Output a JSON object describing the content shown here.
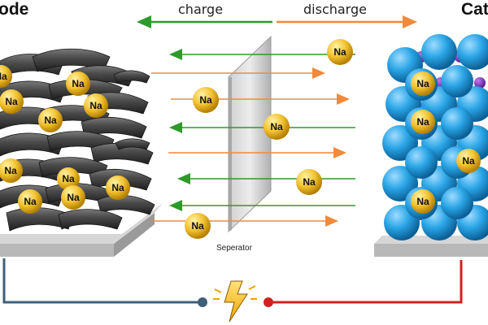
{
  "labels": {
    "anode": "ode",
    "cathode": "Cat",
    "charge": "charge",
    "discharge": "discharge",
    "separator": "Seperator",
    "ion": "Na"
  },
  "colors": {
    "charge_arrow": "#2e9a2a",
    "discharge_arrow": "#f08a3c",
    "ion_fill": "#f2c230",
    "cathode_sphere": "#2aa5e6",
    "cathode_interstitial": "#8a2cc7",
    "anode_flake": "#3d3d3d",
    "wire_negative": "#3f5f78",
    "wire_positive": "#d42020",
    "lightning": "#f5c51c"
  },
  "icons": [
    "lightning-bolt-icon"
  ]
}
